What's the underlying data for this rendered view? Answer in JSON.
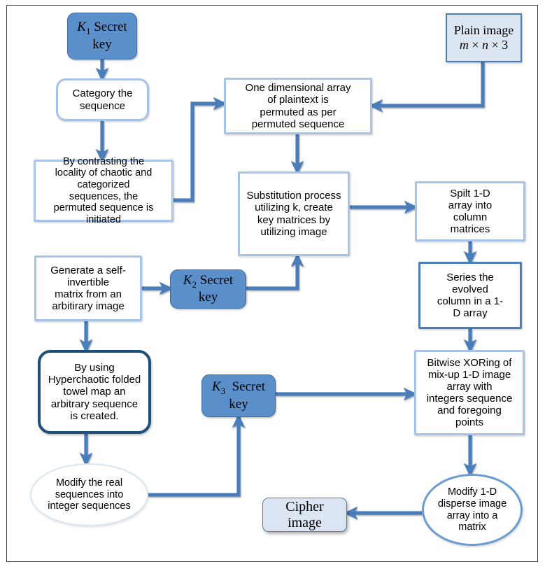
{
  "diagram": {
    "title": "Image encryption flowchart",
    "colors": {
      "key_fill": "#5b8fc9",
      "key_border": "#3c6ea5",
      "light_box_fill": "#dce6f2",
      "light_border": "#a7c3e5",
      "medium_border": "#4a7ebb",
      "dark_border": "#1f4e79",
      "connector": "#4a7ebb",
      "frame": "#3b3b3b",
      "background": "#ffffff"
    },
    "nodes": {
      "k1": {
        "label": "K₁ Secret key",
        "sym": "K",
        "subscript": "1",
        "rest": "Secret\nkey"
      },
      "plain_image": {
        "line1": "Plain image",
        "line2": "m × n × 3"
      },
      "category": {
        "label": "Category the\nsequence"
      },
      "one_dim_array": {
        "label": "One dimensional array\nof plaintext is\npermuted as per\npermuted sequence"
      },
      "contrasting": {
        "label": "By contrasting the\nlocality of chaotic and\ncategorized\nsequences, the\npermuted sequence is\ninitiated"
      },
      "substitution": {
        "label": "Substitution process\nutilizing k, create\nkey matrices by\nutilizing image"
      },
      "split_array": {
        "label": "Spilt 1-D\narray into\ncolumn\nmatrices"
      },
      "series_column": {
        "label": "Series the\nevolved\ncolumn in a 1-\nD array"
      },
      "generate_matrix": {
        "label": "Generate a self-\ninvertible\nmatrix from an\narbitirary image"
      },
      "k2": {
        "sym": "K",
        "subscript": "2",
        "rest": "Secret\nkey"
      },
      "hyperchaotic": {
        "label": "By using\nHyperchaotic folded\ntowel map an\narbitrary sequence\nis created."
      },
      "k3": {
        "sym": "K",
        "subscript": "3",
        "rest": " Secret\nkey"
      },
      "bitwise_xor": {
        "label": "Bitwise XORing of\nmix-up 1-D image\narray with\nintegers sequence\nand foregoing\npoints"
      },
      "modify_real": {
        "label": "Modify the real\nsequences into\ninteger sequences"
      },
      "modify_disperse": {
        "label": "Modify 1-D\ndisperse image\narray into a\nmatrix"
      },
      "cipher_image": {
        "label": "Cipher\nimage"
      }
    },
    "edges": [
      {
        "from": "k1",
        "to": "category"
      },
      {
        "from": "category",
        "to": "contrasting"
      },
      {
        "from": "contrasting",
        "to": "one_dim_array"
      },
      {
        "from": "plain_image",
        "to": "one_dim_array"
      },
      {
        "from": "one_dim_array",
        "to": "substitution"
      },
      {
        "from": "substitution",
        "to": "split_array"
      },
      {
        "from": "split_array",
        "to": "series_column"
      },
      {
        "from": "series_column",
        "to": "bitwise_xor"
      },
      {
        "from": "generate_matrix",
        "to": "k2"
      },
      {
        "from": "k2",
        "to": "substitution"
      },
      {
        "from": "generate_matrix",
        "to": "hyperchaotic"
      },
      {
        "from": "hyperchaotic",
        "to": "modify_real"
      },
      {
        "from": "modify_real",
        "to": "k3"
      },
      {
        "from": "k3",
        "to": "bitwise_xor"
      },
      {
        "from": "bitwise_xor",
        "to": "modify_disperse"
      },
      {
        "from": "modify_disperse",
        "to": "cipher_image"
      }
    ]
  }
}
